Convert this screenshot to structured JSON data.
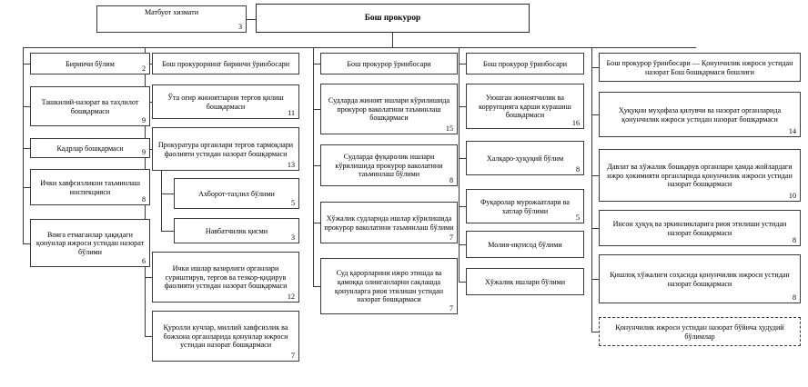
{
  "header": {
    "press_service": {
      "label": "Матбуот хизмати",
      "count": "3"
    },
    "main_title": {
      "label": "Бош прокурор"
    }
  },
  "columns": [
    {
      "name": "column-1",
      "head": {
        "label": "Биринчи бўлим",
        "count": "2"
      },
      "items": [
        {
          "label": "Ташкилий-назорат ва таҳлилот бошқармаси",
          "count": "9"
        },
        {
          "label": "Кадрлар бошқармаси",
          "count": "9"
        },
        {
          "label": "Ички хавфсизликни таъминлаш инспекцияси",
          "count": "8"
        },
        {
          "label": "Вояга етмаганлар ҳақидаги қонунлар ижроси устидан назорат бўлими",
          "count": "6"
        }
      ]
    },
    {
      "name": "column-2",
      "head": {
        "label": "Бош прокурорнинг биринчи ўринбосари",
        "count": ""
      },
      "items": [
        {
          "label": "Ўта оғир жиноятларни тергов қилиш бошқармаси",
          "count": "11"
        },
        {
          "label": "Прокуратура органлари тергов тармоқлари фаолияти устидан назорат бошқармаси",
          "count": "13"
        },
        {
          "label": "Ахборот-таҳлил бўлими",
          "count": "5",
          "sub": true
        },
        {
          "label": "Навбатчилик қисми",
          "count": "3",
          "sub": true
        },
        {
          "label": "Ички ишлар вазирлиги органлари суриштирув, тергов ва тезкор-қидирув фаолияти устидан назорат бошқармаси",
          "count": "12"
        },
        {
          "label": "Қуролли кучлар, миллий хавфсизлик ва божхона органларида қонунлар ижроси устидан назорат бошқармаси",
          "count": "7"
        }
      ]
    },
    {
      "name": "column-3",
      "head": {
        "label": "Бош прокурор ўринбосари",
        "count": ""
      },
      "items": [
        {
          "label": "Судларда жиноят ишлари кўрилишида прокурор ваколатини таъминлаш бошқармаси",
          "count": "15"
        },
        {
          "label": "Судларда фуқаролик ишлари кўрилишида прокурор ваколатини таъминлаш бўлими",
          "count": "8"
        },
        {
          "label": "Хўжалик судларида ишлар кўрилишида прокурор ваколатини таъминлаш бўлими",
          "count": "7"
        },
        {
          "label": "Суд қарорларини ижро этишда ва қамоққа олинганларни сақлашда қонунларга риоя этилиши устидан назорат бошқармаси",
          "count": "7"
        }
      ]
    },
    {
      "name": "column-4",
      "head": {
        "label": "Бош прокурор ўринбосари",
        "count": ""
      },
      "items": [
        {
          "label": "Уюшган жиноятчилик ва коррупцияга қарши курашиш бошқармаси",
          "count": "16"
        },
        {
          "label": "Халқаро-ҳуқуқий бўлим",
          "count": "8"
        },
        {
          "label": "Фуқаролар мурожаатлари ва хатлар бўлими",
          "count": "5"
        },
        {
          "label": "Молия-иқтисод бўлими",
          "count": ""
        },
        {
          "label": "Хўжалик ишлари бўлими",
          "count": ""
        }
      ]
    },
    {
      "name": "column-5",
      "head": {
        "label": "Бош прокурор ўринбосари — Қонунчилик ижроси устидан назорат Бош бошқармаси бошлиғи",
        "count": ""
      },
      "items": [
        {
          "label": "Ҳуқуқни муҳофаза қилувчи ва назорат органларида қонунчилик ижроси устидан назорат бошқармаси",
          "count": "14"
        },
        {
          "label": "Давлат ва хўжалик бошқарув органлари ҳамда жойлардаги ижро ҳокимияти органларида қонунчилик ижроси устидан назорат бошқармаси",
          "count": "10"
        },
        {
          "label": "Инсон ҳуқуқ ва эркинликларига риоя этилиши устидан назорат бошқармаси",
          "count": "8"
        },
        {
          "label": "Қишлоқ хўжалиги соҳасида қонунчилик ижроси устидан назорат бошқармаси",
          "count": "8"
        },
        {
          "label": "Қонунчилик ижроси устидан назорат бўйича ҳудудий бўлимлар",
          "count": "",
          "dashed": true
        }
      ]
    }
  ]
}
